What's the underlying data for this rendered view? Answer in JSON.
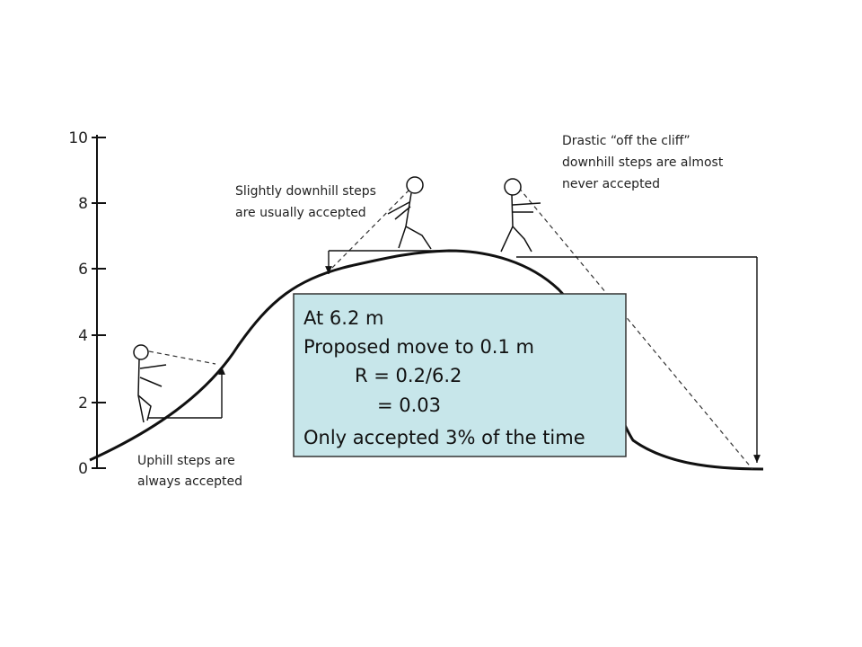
{
  "axis": {
    "ticks": [
      "10",
      "8",
      "6",
      "4",
      "2",
      "0"
    ]
  },
  "annotations": {
    "uphill": [
      "Uphill steps are",
      "always accepted"
    ],
    "slight": [
      "Slightly downhill steps",
      "are usually accepted"
    ],
    "drastic": [
      "Drastic “off the cliff”",
      "downhill steps are almost",
      "never accepted"
    ]
  },
  "infobox": {
    "lines": [
      "At 6.2 m",
      "Proposed move to  0.1 m",
      "R  = 0.2/6.2",
      "= 0.03",
      "Only accepted 3% of the time"
    ],
    "fill": "#c7e6ea"
  }
}
